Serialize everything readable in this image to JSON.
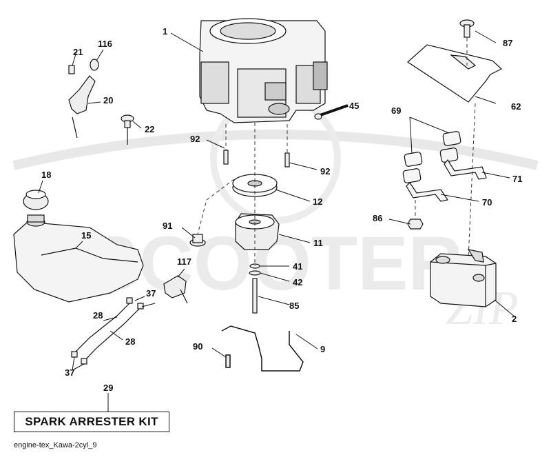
{
  "watermark": {
    "text": "SCOOTER",
    "suffix": "ZIP"
  },
  "kit_box": {
    "label": "SPARK ARRESTER KIT"
  },
  "footer": {
    "code": "engine-tex_Kawa-2cyl_9"
  },
  "callouts": {
    "c1": "1",
    "c2": "2",
    "c9": "9",
    "c11": "11",
    "c12": "12",
    "c15": "15",
    "c18": "18",
    "c20": "20",
    "c21": "21",
    "c22": "22",
    "c28a": "28",
    "c28b": "28",
    "c29": "29",
    "c37a": "37",
    "c37b": "37",
    "c41": "41",
    "c42": "42",
    "c45": "45",
    "c62": "62",
    "c69": "69",
    "c70": "70",
    "c71": "71",
    "c85": "85",
    "c86": "86",
    "c87": "87",
    "c90": "90",
    "c91": "91",
    "c92a": "92",
    "c92b": "92",
    "c116": "116",
    "c117": "117"
  },
  "colors": {
    "line": "#111111",
    "watermark": "#e6e6e6",
    "part_fill": "#f4f4f4"
  }
}
